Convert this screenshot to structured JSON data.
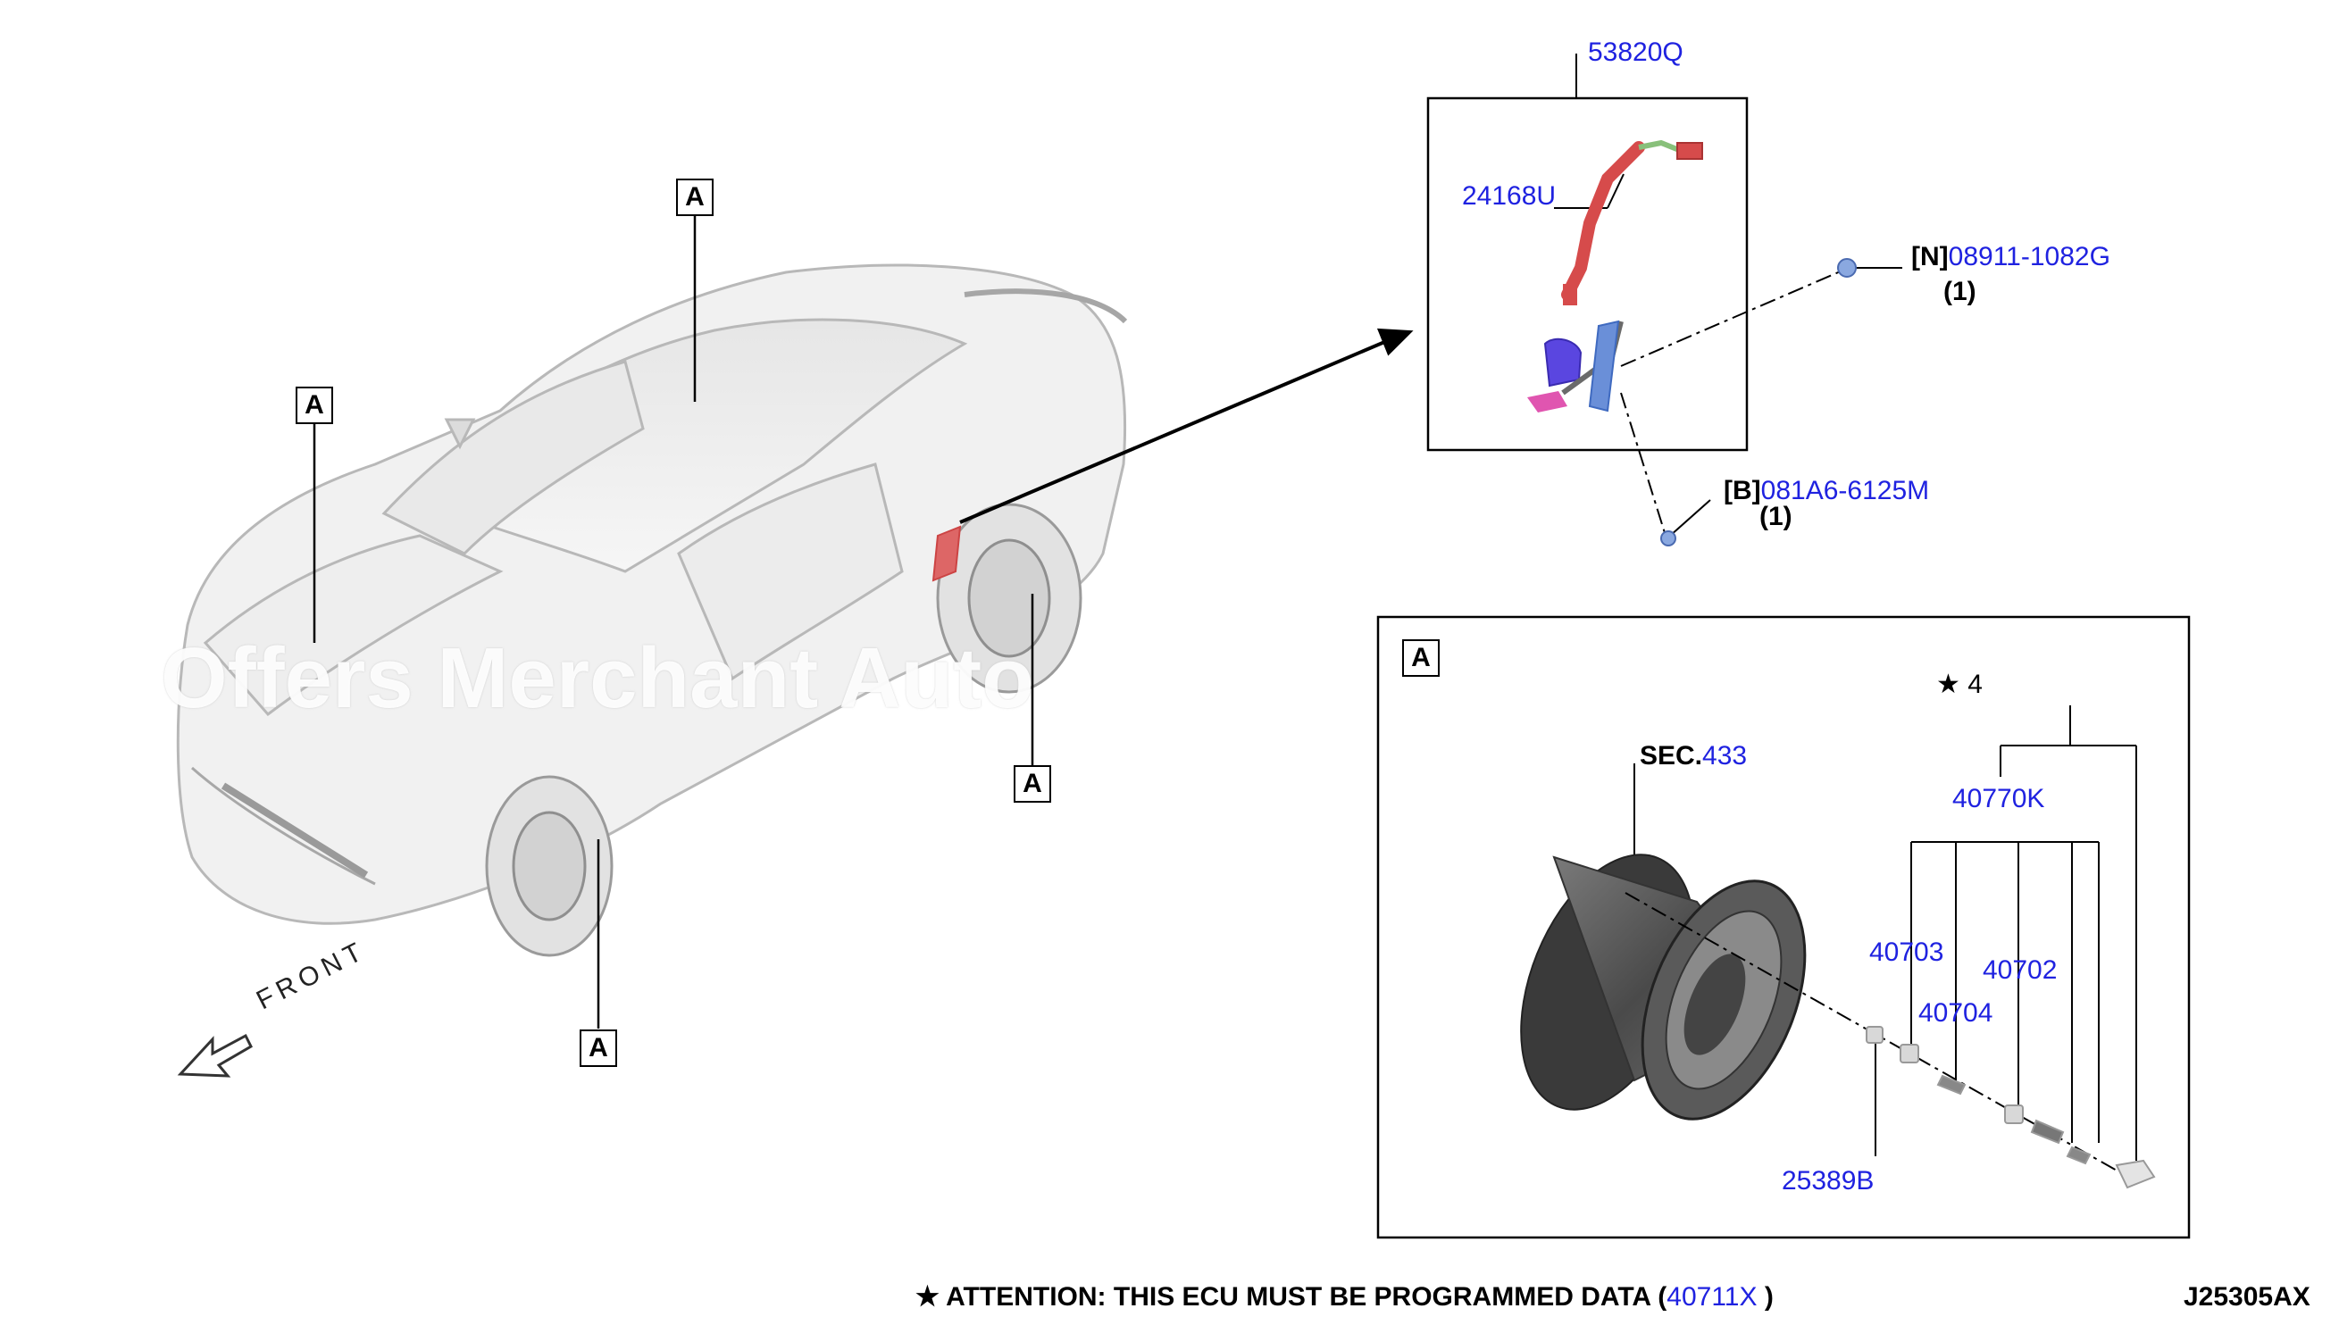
{
  "watermark_text": "Offers Merchant Auto",
  "front_label": "FRONT",
  "view_marker": "A",
  "callouts": {
    "sensor_assembly": "53820Q",
    "harness": "24168U",
    "nut_prefix": "[N]",
    "nut": "08911-1082G",
    "nut_qty": "(1)",
    "bolt_prefix": "[B]",
    "bolt": "081A6-6125M",
    "bolt_qty": "(1)"
  },
  "detail_a": {
    "marker": "A",
    "star_label": "★ 4",
    "sec_prefix": "SEC.",
    "sec_number": "433",
    "kit": "40770K",
    "valve_a": "40703",
    "valve_b": "40704",
    "valve_c": "40702",
    "grommet": "25389B"
  },
  "footer": {
    "attention_prefix": "★ ATTENTION: THIS ECU MUST BE PROGRAMMED DATA (",
    "attention_part": "40711X",
    "attention_suffix": " )",
    "diagram_code": "J25305AX"
  },
  "colors": {
    "part_number": "#1f22e0",
    "harness": "#d64b4b",
    "sensor_body": "#5a46e0",
    "bracket": "#6a8fd8",
    "connector": "#e055b0",
    "wheel": "#5a5a5a"
  }
}
